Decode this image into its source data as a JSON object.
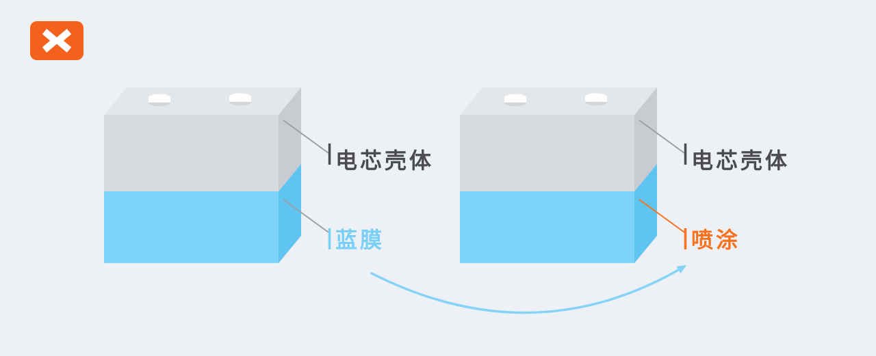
{
  "canvas": {
    "background_color": "#edf0f4"
  },
  "logo": {
    "label": "brand-logo",
    "mark": "double-chevron-x",
    "background_color": "#f4611c",
    "mark_color": "#ffffff"
  },
  "left_cell": {
    "casing_label": "电芯壳体",
    "film_label": "蓝膜",
    "terminal_count": 2
  },
  "right_cell": {
    "casing_label": "电芯壳体",
    "coating_label": "喷涂",
    "terminal_count": 2
  },
  "colors": {
    "casing_text": "#4b4c4e",
    "film_text": "#79d0f6",
    "coating_text": "#f7721f",
    "cell_top": "#e4e7e9",
    "cell_front_gray": "#d7dadd",
    "cell_side_gray": "#c8ccd0",
    "cell_front_blue": "#7ed3f8",
    "cell_side_blue": "#5fc4f0",
    "terminal_white": "#ffffff",
    "terminal_base": "#d2d6d9",
    "leader_line_gray": "#9ba0a5",
    "arrow_blue": "#85d4f7"
  }
}
